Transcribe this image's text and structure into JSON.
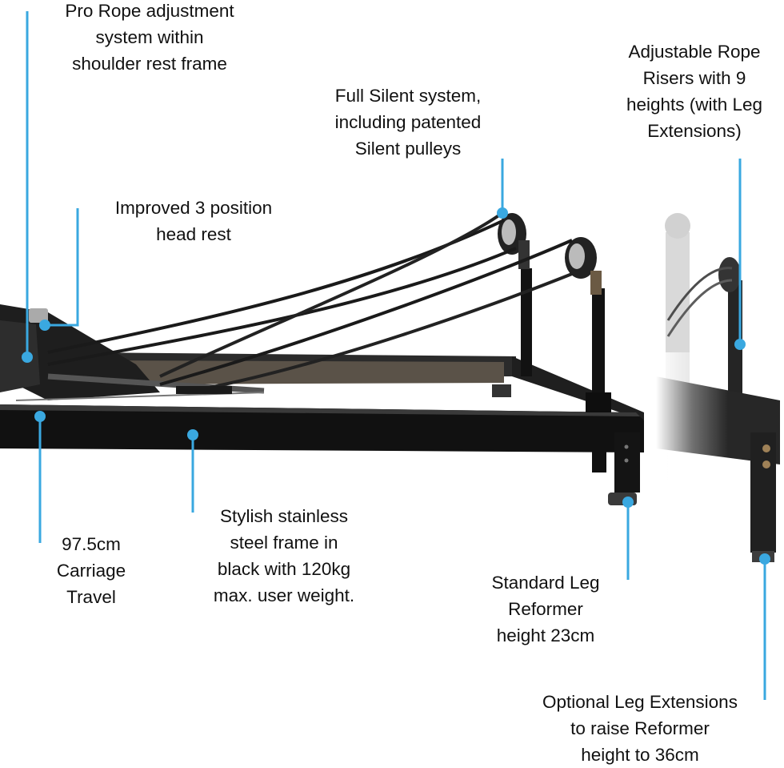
{
  "accent_color": "#3aa8e0",
  "frame_color": "#1a1a1a",
  "annotations": [
    {
      "id": "pro-rope",
      "lines": [
        "Pro Rope adjustment",
        "system within",
        "shoulder rest frame"
      ]
    },
    {
      "id": "head-rest",
      "lines": [
        "Improved 3 position",
        "head rest"
      ]
    },
    {
      "id": "silent-system",
      "lines": [
        "Full Silent system,",
        "including patented",
        "Silent pulleys"
      ]
    },
    {
      "id": "rope-risers",
      "lines": [
        "Adjustable Rope",
        "Risers with 9",
        "heights (with Leg",
        "Extensions)"
      ]
    },
    {
      "id": "carriage-travel",
      "lines": [
        "97.5cm",
        "Carriage",
        "Travel"
      ]
    },
    {
      "id": "steel-frame",
      "lines": [
        "Stylish stainless",
        "steel frame in",
        "black with 120kg",
        "max. user weight."
      ]
    },
    {
      "id": "standard-leg",
      "lines": [
        "Standard Leg",
        "Reformer",
        "height 23cm"
      ]
    },
    {
      "id": "leg-extensions",
      "lines": [
        "Optional Leg Extensions",
        "to raise Reformer",
        "height to 36cm"
      ]
    }
  ]
}
